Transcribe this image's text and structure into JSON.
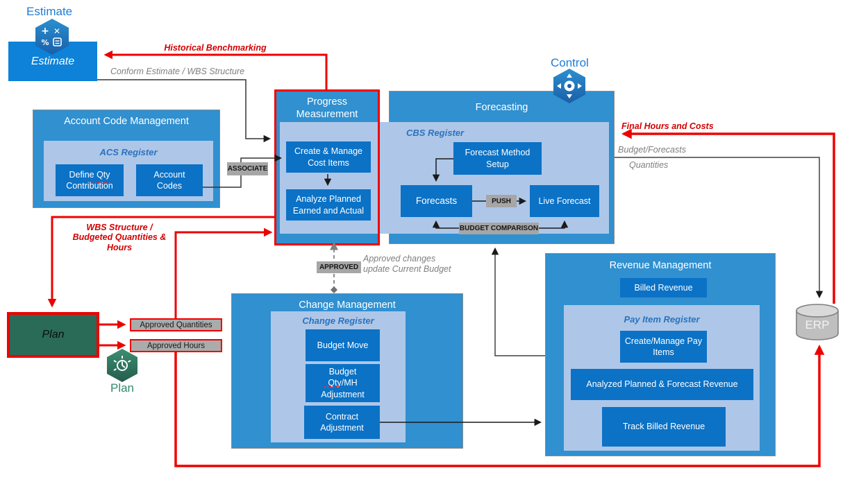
{
  "palette": {
    "container_blue": "#3090D0",
    "inner_box_blue": "#0B72C6",
    "light_blue_register": "#AEC7E8",
    "estimate_blue": "#0D82D8",
    "plan_green": "#2A6B57",
    "accent_red": "#EE0000",
    "chip_gray": "#A6A6A6",
    "register_text_blue": "#2B72BF"
  },
  "icon_labels": {
    "estimate": "Estimate",
    "control": "Control",
    "plan": "Plan"
  },
  "estimate": {
    "box_label": "Estimate"
  },
  "plan": {
    "box_label": "Plan"
  },
  "erp": {
    "label": "ERP"
  },
  "account_code_management": {
    "title": "Account Code Management",
    "register": "ACS Register",
    "items": [
      "Define Qty Contribution",
      "Account Codes"
    ]
  },
  "progress_measurement": {
    "title": "Progress Measurement",
    "items": [
      "Create & Manage Cost Items",
      "Analyze Planned Earned and Actual"
    ]
  },
  "forecasting": {
    "title": "Forecasting",
    "register": "CBS Register",
    "items": [
      "Forecast Method Setup",
      "Forecasts",
      "Live Forecast"
    ],
    "push_chip": "PUSH",
    "budget_comparison_chip": "BUDGET COMPARISON"
  },
  "change_management": {
    "title": "Change Management",
    "register": "Change Register",
    "items": [
      "Budget Move",
      "Budget Qty/MH Adjustment",
      "Contract Adjustment"
    ]
  },
  "revenue_management": {
    "title": "Revenue Management",
    "billed_revenue": "Billed Revenue",
    "register": "Pay Item Register",
    "items": [
      "Create/Manage Pay Items",
      "Analyzed Planned & Forecast Revenue",
      "Track Billed Revenue"
    ]
  },
  "chips": {
    "associate": "ASSOCIATE",
    "approved": "APPROVED",
    "approved_quantities": "Approved Quantities",
    "approved_hours": "Approved Hours"
  },
  "edge_labels": {
    "historical_benchmarking": "Historical Benchmarking",
    "conform_estimate": "Conform Estimate / WBS Structure",
    "wbs_structure": "WBS Structure / Budgeted Quantities & Hours",
    "final_hours_costs": "Final Hours and Costs",
    "budget_forecasts": "Budget/Forecasts",
    "quantities": "Quantities",
    "approved_changes": "Approved changes update Current Budget"
  }
}
